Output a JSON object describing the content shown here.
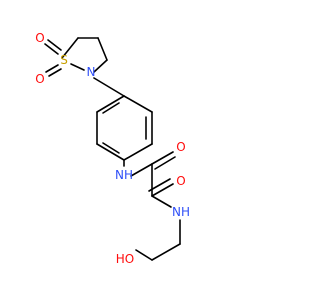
{
  "molecule": {
    "atom_labels": {
      "sulfone_oxygen_1": "O",
      "sulfone_oxygen_2": "O",
      "sulfur": "S",
      "ring_nitrogen": "N",
      "amide_nh_1": "NH",
      "amide_oxygen_1": "O",
      "amide_oxygen_2": "O",
      "amide_nh_2": "NH",
      "hydroxyl": "HO"
    },
    "colors": {
      "bond": "#000000",
      "oxygen": "#ff0d0d",
      "nitrogen": "#3050f8",
      "sulfur": "#c8a000"
    }
  }
}
